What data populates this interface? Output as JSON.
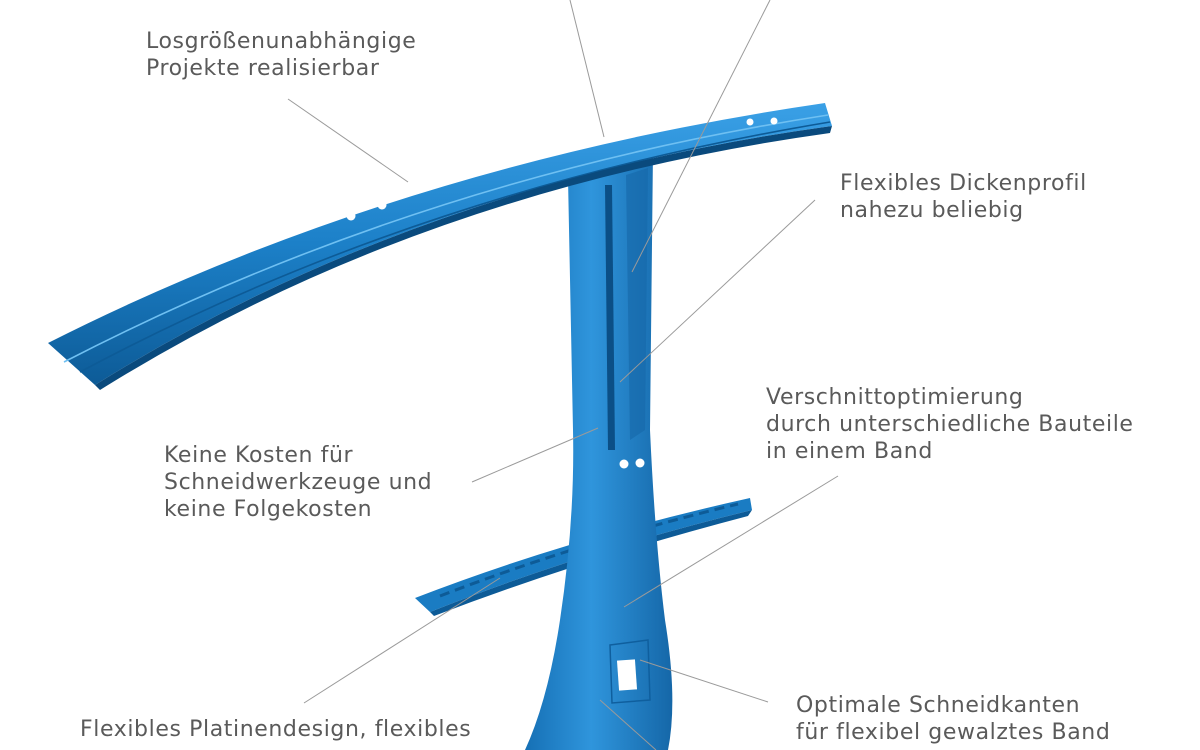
{
  "colors": {
    "part_fill": "#1c80c8",
    "part_highlight": "#3aa0e6",
    "part_shadow": "#0d5b97",
    "part_edge": "#0a4a7d",
    "leader_line": "#9a9a9a",
    "text": "#5a5a5a",
    "background": "#ffffff"
  },
  "labels": {
    "batch_size": {
      "line1": "Losgrößenunabhängige",
      "line2": "Projekte realisierbar"
    },
    "thickness_profile": {
      "line1": "Flexibles Dickenprofil",
      "line2": "nahezu beliebig"
    },
    "scrap_optimization": {
      "line1": "Verschnittoptimierung",
      "line2": "durch unterschiedliche Bauteile",
      "line3": "in einem Band"
    },
    "no_tool_costs": {
      "line1": "Keine Kosten für",
      "line2": "Schneidwerkzeuge und",
      "line3": "keine Folgekosten"
    },
    "cutting_edges": {
      "line1": "Optimale Schneidkanten",
      "line2": "für flexibel gewalztes Band"
    },
    "blank_design": {
      "line1": "Flexibles Platinendesign, flexibles"
    }
  }
}
